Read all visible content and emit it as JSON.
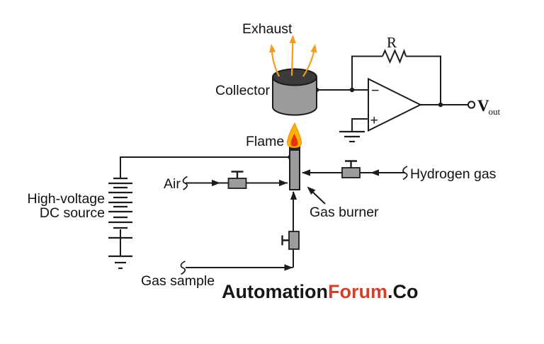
{
  "diagram": {
    "labels": {
      "exhaust": "Exhaust",
      "collector": "Collector",
      "flame": "Flame",
      "air": "Air",
      "hydrogen_gas": "Hydrogen gas",
      "gas_burner": "Gas burner",
      "high_voltage_line1": "High-voltage",
      "high_voltage_line2": "DC source",
      "gas_sample": "Gas sample",
      "resistor": "R",
      "vout_symbol": "V",
      "vout_subscript": "out",
      "opamp_inverting_input": "−",
      "opamp_noninverting_input": "+"
    },
    "colors": {
      "line": "#1c1c1c",
      "exhaust_arrow": "#ee9d20",
      "flame_outer": "#ffb005",
      "flame_outer_edge": "#ef8c00",
      "flame_core": "#e63307",
      "metal_fill": "#9c9c9c",
      "collector_top": "#3b3b3b",
      "burner_cap": "#262626"
    }
  },
  "watermark": {
    "part1": "Automation",
    "part2": "Forum",
    "part3": ".Co",
    "accent_color": "#d5402b",
    "text_color": "#161616"
  }
}
